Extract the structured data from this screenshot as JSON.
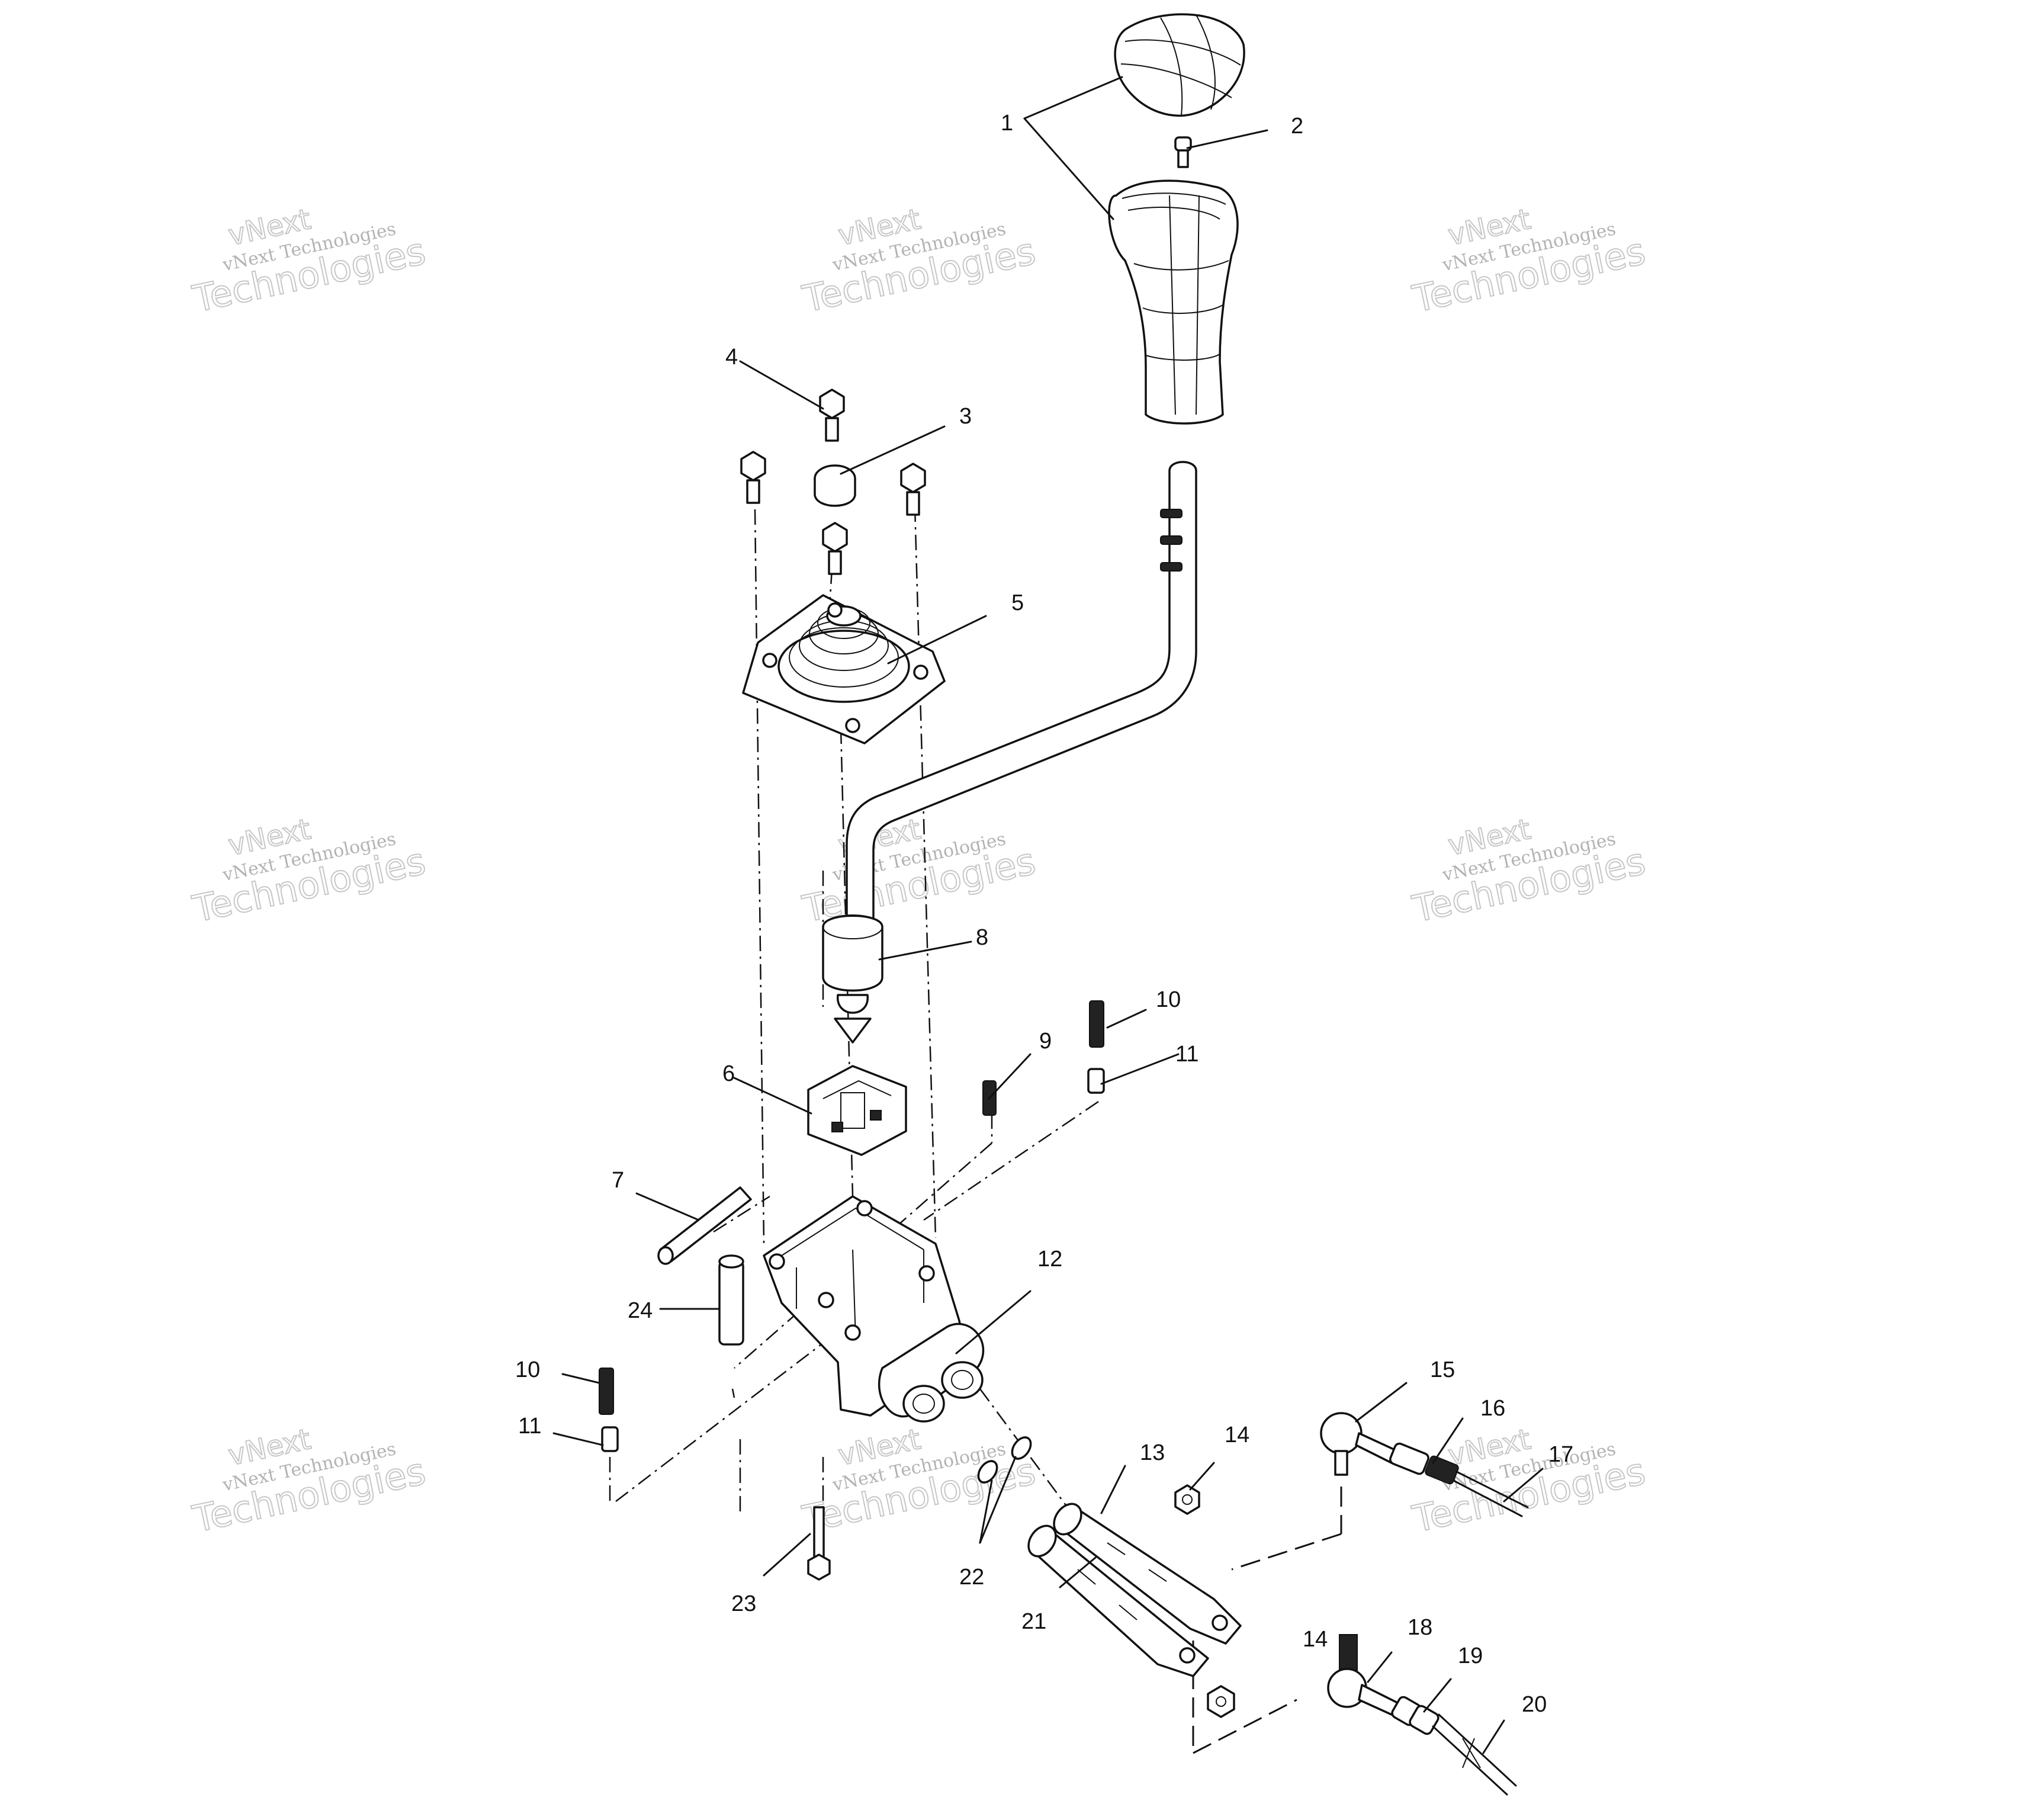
{
  "diagram": {
    "watermark": {
      "line1": "vNext",
      "line2": "vNext Technologies",
      "line3": "Technologies"
    },
    "callouts": [
      {
        "id": "c1",
        "text": "1"
      },
      {
        "id": "c2",
        "text": "2"
      },
      {
        "id": "c3",
        "text": "3"
      },
      {
        "id": "c4",
        "text": "4"
      },
      {
        "id": "c5",
        "text": "5"
      },
      {
        "id": "c6",
        "text": "6"
      },
      {
        "id": "c7",
        "text": "7"
      },
      {
        "id": "c8",
        "text": "8"
      },
      {
        "id": "c9",
        "text": "9"
      },
      {
        "id": "c10a",
        "text": "10"
      },
      {
        "id": "c10b",
        "text": "10"
      },
      {
        "id": "c11a",
        "text": "11"
      },
      {
        "id": "c11b",
        "text": "11"
      },
      {
        "id": "c12",
        "text": "12"
      },
      {
        "id": "c13",
        "text": "13"
      },
      {
        "id": "c14a",
        "text": "14"
      },
      {
        "id": "c14b",
        "text": "14"
      },
      {
        "id": "c15",
        "text": "15"
      },
      {
        "id": "c16",
        "text": "16"
      },
      {
        "id": "c17",
        "text": "17"
      },
      {
        "id": "c18",
        "text": "18"
      },
      {
        "id": "c19",
        "text": "19"
      },
      {
        "id": "c20",
        "text": "20"
      },
      {
        "id": "c21",
        "text": "21"
      },
      {
        "id": "c22",
        "text": "22"
      },
      {
        "id": "c23",
        "text": "23"
      },
      {
        "id": "c24",
        "text": "24"
      }
    ]
  }
}
